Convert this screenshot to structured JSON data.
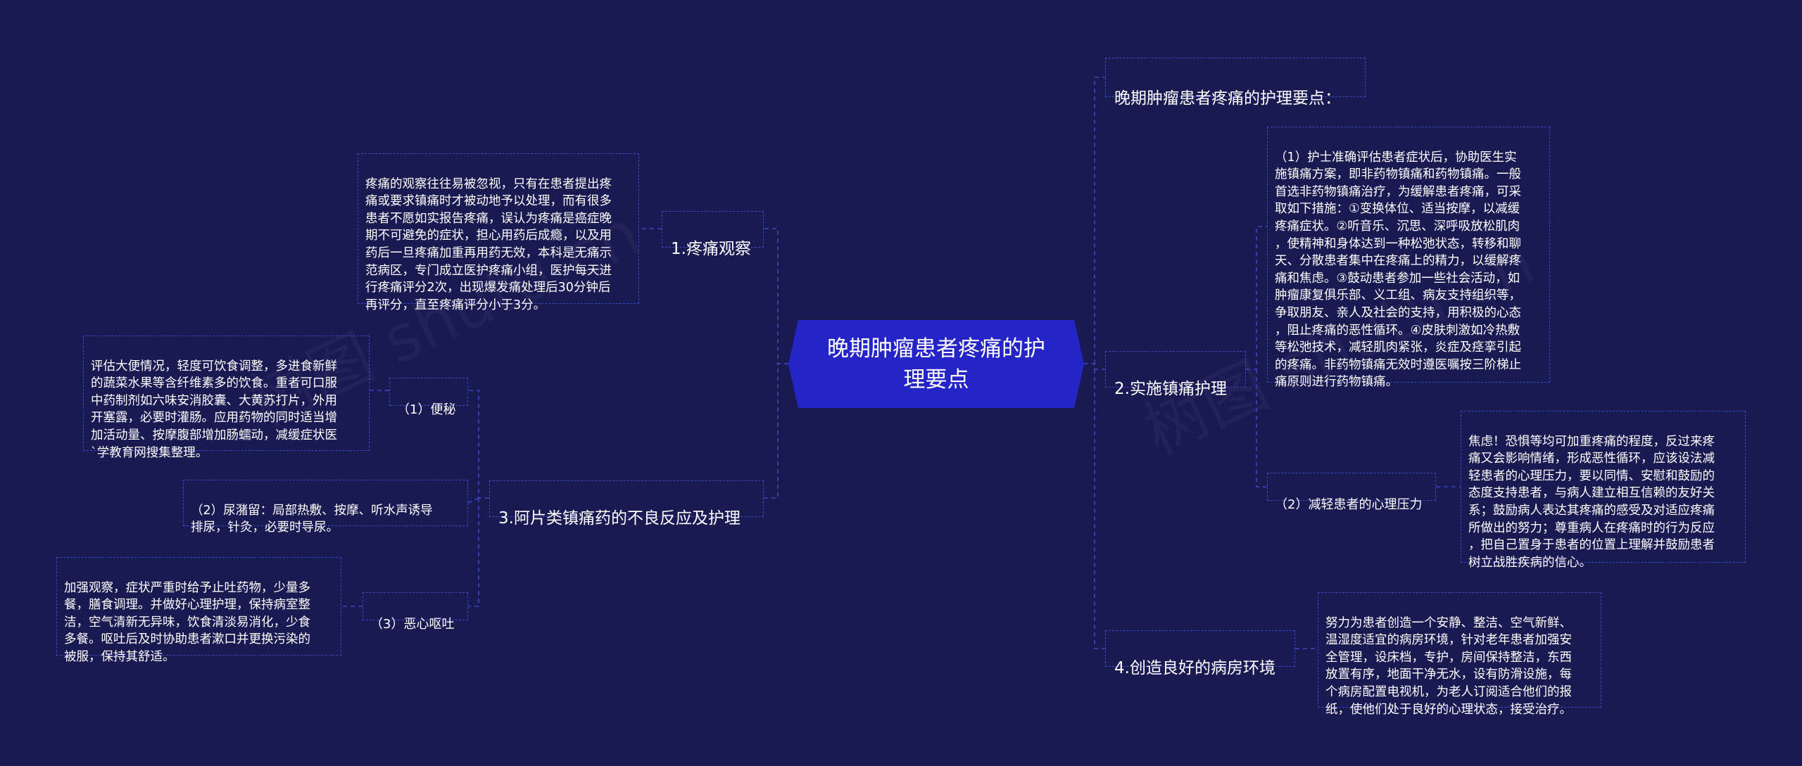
{
  "root": {
    "title": "晚期肿瘤患者疼痛的护理要点"
  },
  "intro": {
    "label": "晚期肿瘤患者疼痛的护理要点："
  },
  "branch1": {
    "label": "1.疼痛观察",
    "text": "疼痛的观察往往易被忽视，只有在患者提出疼\n痛或要求镇痛时才被动地予以处理，而有很多\n患者不愿如实报告疼痛，误认为疼痛是癌症晚\n期不可避免的症状，担心用药后成瘾，以及用\n药后一旦疼痛加重再用药无效，本科是无痛示\n范病区，专门成立医护疼痛小组，医护每天进\n行疼痛评分2次，出现爆发痛处理后30分钟后\n再评分，直至疼痛评分小于3分。"
  },
  "branch2": {
    "label": "2.实施镇痛护理",
    "text": "（1）护士准确评估患者症状后，协助医生实\n施镇痛方案，即非药物镇痛和药物镇痛。一般\n首选非药物镇痛治疗，为缓解患者疼痛，可采\n取如下措施：①变换体位、适当按摩，以减缓\n疼痛症状。②听音乐、沉思、深呼吸放松肌肉\n，使精神和身体达到一种松弛状态，转移和聊\n天、分散患者集中在疼痛上的精力，以缓解疼\n痛和焦虑。③鼓动患者参加一些社会活动，如\n肿瘤康复俱乐部、义工组、病友支持组织等，\n争取朋友、亲人及社会的支持，用积极的心态\n，阻止疼痛的恶性循环。④皮肤刺激如冷热敷\n等松弛技术，减轻肌肉紧张，炎症及痉挛引起\n的疼痛。非药物镇痛无效时遵医嘱按三阶梯止\n痛原则进行药物镇痛。",
    "sub2_label": "（2）减轻患者的心理压力",
    "sub2_text": "焦虑！恐惧等均可加重疼痛的程度，反过来疼\n痛又会影响情绪，形成恶性循环，应该设法减\n轻患者的心理压力，要以同情、安慰和鼓励的\n态度支持患者，与病人建立相互信赖的友好关\n系；鼓励病人表达其疼痛的感受及对适应疼痛\n所做出的努力；尊重病人在疼痛时的行为反应\n，把自己置身于患者的位置上理解并鼓励患者\n树立战胜疾病的信心。"
  },
  "branch3": {
    "label": "3.阿片类镇痛药的不良反应及护理",
    "sub1_label": "（1）便秘",
    "sub1_text": "评估大便情况，轻度可饮食调整，多进食新鲜\n的蔬菜水果等含纤维素多的饮食。重者可口服\n中药制剂如六味安消胶囊、大黄苏打片，外用\n开塞露，必要时灌肠。应用药物的同时适当增\n加活动量、按摩腹部增加肠蠕动，减缓症状医\n`学教育网搜集整理。",
    "sub2_text": "（2）尿潴留：局部热敷、按摩、听水声诱导\n排尿，针灸，必要时导尿。",
    "sub3_label": "（3）恶心呕吐",
    "sub3_text": "加强观察，症状严重时给予止吐药物，少量多\n餐，膳食调理。并做好心理护理，保持病室整\n洁，空气清新无异味，饮食清淡易消化，少食\n多餐。呕吐后及时协助患者漱口并更换污染的\n被服，保持其舒适。"
  },
  "branch4": {
    "label": "4.创造良好的病房环境",
    "text": "努力为患者创造一个安静、整洁、空气新鲜、\n温湿度适宜的病房环境，针对老年患者加强安\n全管理，设床档，专护，房间保持整洁，东西\n放置有序，地面干净无水，设有防滑设施，每\n个病房配置电视机，为老人订阅适合他们的报\n纸，使他们处于良好的心理状态，接受治疗。"
  },
  "colors": {
    "background": "#1a1a53",
    "root": "#2524c6",
    "line": "#3a47c0"
  }
}
